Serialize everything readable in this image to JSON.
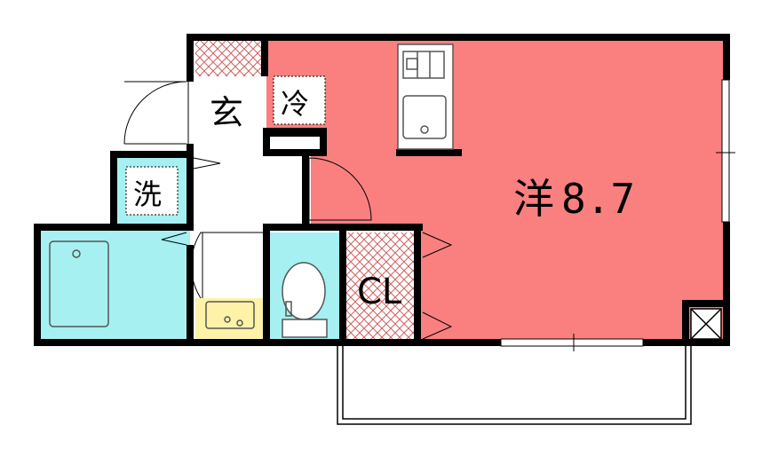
{
  "rooms": {
    "western": {
      "name": "洋",
      "size": "8.7"
    },
    "entrance": "玄",
    "fridge": "冷",
    "washer": "洗",
    "closet": "CL"
  },
  "colors": {
    "western_room": "#fa8080",
    "wet_area": "#a6f0f2",
    "washbasin": "#fdf2a8",
    "wall": "#000000",
    "hatch": "#d06060"
  }
}
